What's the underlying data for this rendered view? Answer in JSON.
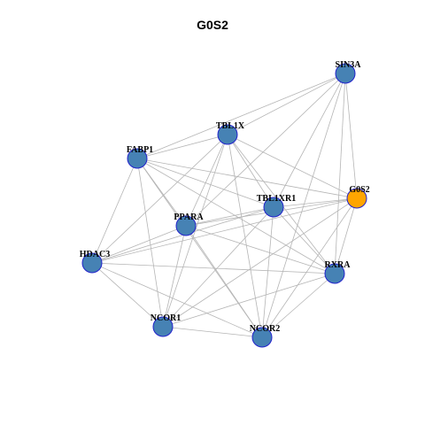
{
  "title": "G0S2",
  "colors": {
    "default_node": "#4682b4",
    "highlight_node": "#ffa500",
    "node_border": "#2222cc",
    "edge": "#b5b5b5"
  },
  "nodes": [
    {
      "id": "SIN3A",
      "label": "SIN3A",
      "highlight": false
    },
    {
      "id": "TBL1X",
      "label": "TBL1X",
      "highlight": false
    },
    {
      "id": "FABP1",
      "label": "FABP1",
      "highlight": false
    },
    {
      "id": "G0S2",
      "label": "G0S2",
      "highlight": true
    },
    {
      "id": "TBL1XR1",
      "label": "TBL1XR1",
      "highlight": false
    },
    {
      "id": "PPARA",
      "label": "PPARA",
      "highlight": false
    },
    {
      "id": "HDAC3",
      "label": "HDAC3",
      "highlight": false
    },
    {
      "id": "RXRA",
      "label": "RXRA",
      "highlight": false
    },
    {
      "id": "NCOR1",
      "label": "NCOR1",
      "highlight": false
    },
    {
      "id": "NCOR2",
      "label": "NCOR2",
      "highlight": false
    }
  ],
  "edges": [
    [
      "SIN3A",
      "TBL1X"
    ],
    [
      "SIN3A",
      "FABP1"
    ],
    [
      "SIN3A",
      "G0S2"
    ],
    [
      "SIN3A",
      "TBL1XR1"
    ],
    [
      "SIN3A",
      "PPARA"
    ],
    [
      "SIN3A",
      "RXRA"
    ],
    [
      "SIN3A",
      "NCOR2"
    ],
    [
      "TBL1X",
      "FABP1"
    ],
    [
      "TBL1X",
      "G0S2"
    ],
    [
      "TBL1X",
      "TBL1XR1"
    ],
    [
      "TBL1X",
      "PPARA"
    ],
    [
      "TBL1X",
      "RXRA"
    ],
    [
      "TBL1X",
      "NCOR1"
    ],
    [
      "TBL1X",
      "NCOR2"
    ],
    [
      "TBL1X",
      "HDAC3"
    ],
    [
      "FABP1",
      "G0S2"
    ],
    [
      "FABP1",
      "TBL1XR1"
    ],
    [
      "FABP1",
      "PPARA"
    ],
    [
      "FABP1",
      "HDAC3"
    ],
    [
      "FABP1",
      "RXRA"
    ],
    [
      "FABP1",
      "NCOR1"
    ],
    [
      "FABP1",
      "NCOR2"
    ],
    [
      "G0S2",
      "TBL1XR1"
    ],
    [
      "G0S2",
      "PPARA"
    ],
    [
      "G0S2",
      "HDAC3"
    ],
    [
      "G0S2",
      "RXRA"
    ],
    [
      "G0S2",
      "NCOR1"
    ],
    [
      "G0S2",
      "NCOR2"
    ],
    [
      "TBL1XR1",
      "PPARA"
    ],
    [
      "TBL1XR1",
      "HDAC3"
    ],
    [
      "TBL1XR1",
      "RXRA"
    ],
    [
      "TBL1XR1",
      "NCOR1"
    ],
    [
      "TBL1XR1",
      "NCOR2"
    ],
    [
      "PPARA",
      "HDAC3"
    ],
    [
      "PPARA",
      "RXRA"
    ],
    [
      "PPARA",
      "NCOR1"
    ],
    [
      "PPARA",
      "NCOR2"
    ],
    [
      "HDAC3",
      "RXRA"
    ],
    [
      "HDAC3",
      "NCOR1"
    ],
    [
      "HDAC3",
      "NCOR2"
    ],
    [
      "RXRA",
      "NCOR1"
    ],
    [
      "RXRA",
      "NCOR2"
    ],
    [
      "NCOR1",
      "NCOR2"
    ]
  ]
}
